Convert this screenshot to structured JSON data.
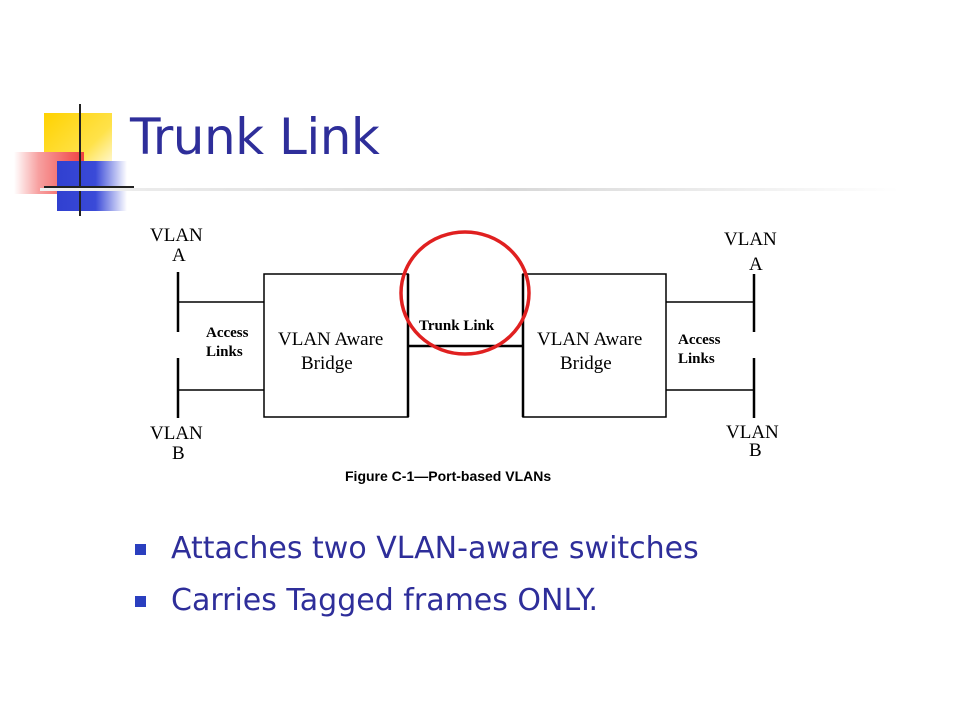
{
  "slide": {
    "title": "Trunk Link",
    "bullets": [
      "Attaches two VLAN-aware switches",
      "Carries Tagged frames ONLY."
    ]
  },
  "diagram": {
    "left": {
      "vlan_top": [
        "VLAN",
        "A"
      ],
      "vlan_bottom": [
        "VLAN",
        "B"
      ],
      "access_links": [
        "Access",
        "Links"
      ],
      "bridge": [
        "VLAN Aware",
        "Bridge"
      ]
    },
    "right": {
      "vlan_top": [
        "VLAN",
        "A"
      ],
      "vlan_bottom": [
        "VLAN",
        "B"
      ],
      "access_links": [
        "Access",
        "Links"
      ],
      "bridge": [
        "VLAN Aware",
        "Bridge"
      ]
    },
    "trunk_link_label": "Trunk Link",
    "caption": "Figure C-1—Port-based VLANs",
    "highlight_color": "#e02020"
  },
  "colors": {
    "title": "#2e2e9a",
    "bullet": "#2a3fbf",
    "deco_yellow": "#ffd200",
    "deco_red": "#f04040",
    "deco_blue": "#3040d0"
  }
}
